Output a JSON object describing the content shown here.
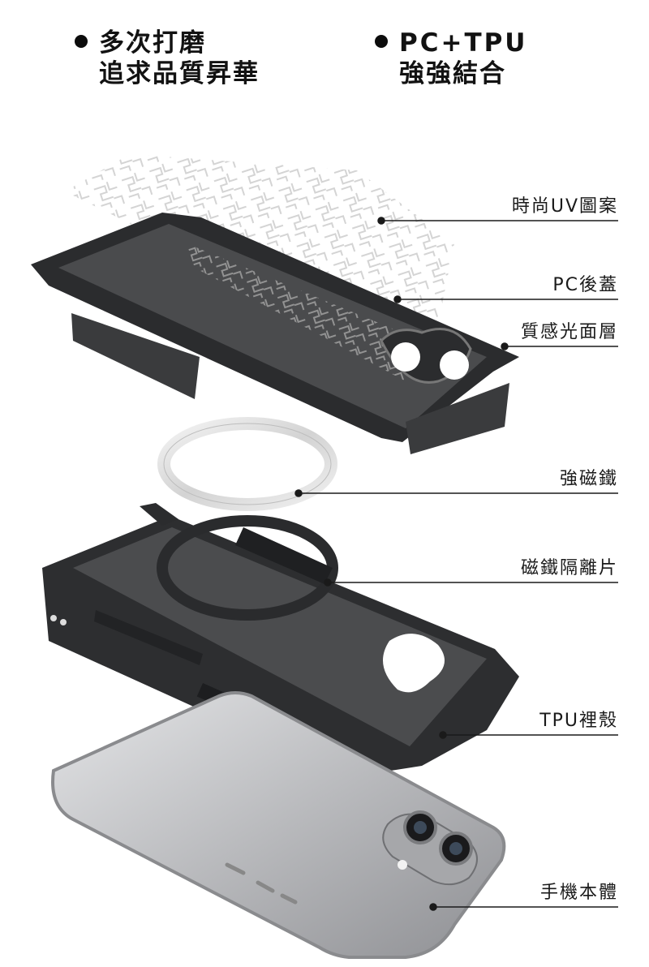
{
  "features": [
    {
      "line1": "多次打磨",
      "line2": "追求品質昇華"
    },
    {
      "line1": "PC+TPU",
      "line2": "強強結合"
    }
  ],
  "callouts": [
    {
      "label": "時尚UV圖案"
    },
    {
      "label": "PC後蓋"
    },
    {
      "label": "質感光面層"
    },
    {
      "label": "強磁鐵"
    },
    {
      "label": "磁鐵隔離片"
    },
    {
      "label": "TPU裡殼"
    },
    {
      "label": "手機本體"
    }
  ],
  "colors": {
    "case_dark": "#2e2f31",
    "case_back": "#4a4b4d",
    "phone_silver": "#c9cacc",
    "pattern": "#d0d0d0",
    "leader_line": "#1a1a1a"
  },
  "icons": [
    "bullet-dot",
    "uv-pattern-layer",
    "pc-back-cover",
    "magnet-ring",
    "magnet-holder",
    "tpu-inner-shell",
    "phone-body",
    "camera-lens"
  ]
}
